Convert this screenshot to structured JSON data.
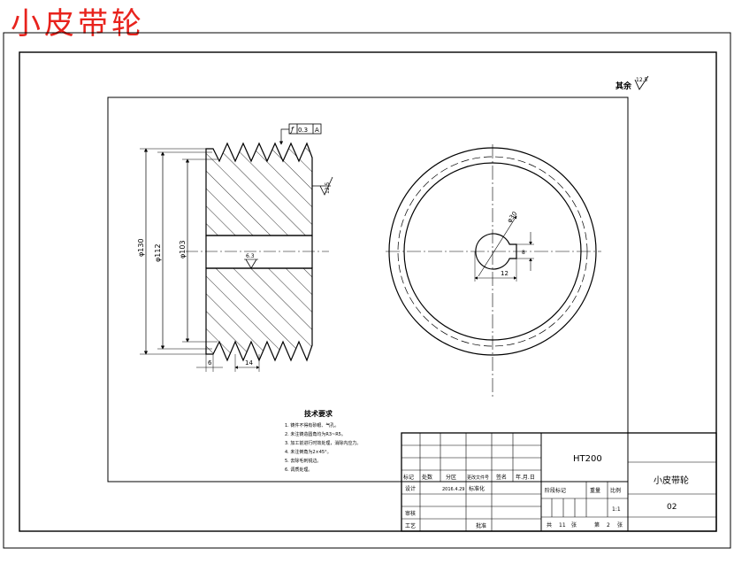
{
  "header_title": "小皮带轮",
  "top_right_note": "其余",
  "top_right_symbol": "12.5",
  "tolerance_frame": {
    "symbol": "ƒ",
    "value": "0.3",
    "datum": "A"
  },
  "dimensions": {
    "d_outer": "φ130",
    "d_mid": "φ112",
    "d_inner": "φ103",
    "roughness_side": "12.5",
    "roughness_bore": "6.3",
    "groove_gap": "6",
    "groove_pitch": "14",
    "bore_dia": "φ30",
    "key_width": "8",
    "key_depth": "12"
  },
  "tech_requirements": {
    "title": "技术要求",
    "items": [
      "1. 铸件不得有砂眼、气孔。",
      "2. 未注铸造圆角均为R3~R5。",
      "3. 加工前进行时效处理，消除内应力。",
      "4. 未注倒角为2×45°。",
      "5. 去除毛刺锐边。",
      "6. 调质处理。"
    ]
  },
  "title_block": {
    "material": "HT200",
    "part_name": "小皮带轮",
    "drawing_no": "02",
    "header_labels": [
      "标记",
      "处数",
      "分区",
      "更改文件号",
      "签名",
      "年.月.日"
    ],
    "design_label": "设计",
    "design_date": "2016.4.29",
    "standardize_label": "标准化",
    "stage_label": "阶段标记",
    "weight_label": "重量",
    "scale_label": "比例",
    "scale_value": "1:1",
    "review_label": "审核",
    "process_label": "工艺",
    "approve_label": "批准",
    "total_label": "共",
    "total_count": "11",
    "sheet_unit": "张",
    "page_label": "第",
    "page_number": "2"
  }
}
